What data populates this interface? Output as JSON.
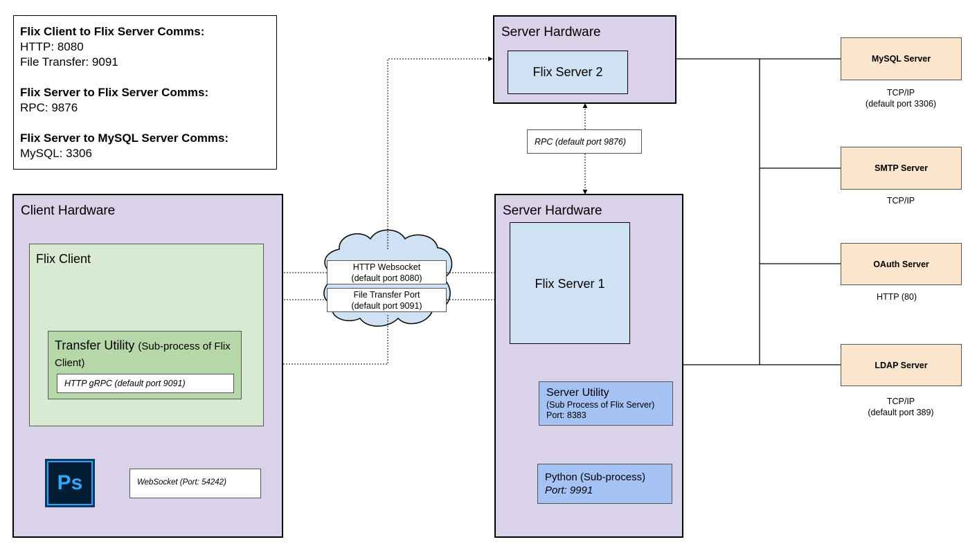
{
  "legend": {
    "client_to_server": {
      "heading": "Flix Client to Flix Server Comms:",
      "lines": [
        "HTTP: 8080",
        "File Transfer: 9091"
      ]
    },
    "server_to_server": {
      "heading": "Flix Server to Flix Server Comms:",
      "lines": [
        "RPC: 9876"
      ]
    },
    "server_to_mysql": {
      "heading": "Flix Server to MySQL Server Comms:",
      "lines": [
        "MySQL: 3306"
      ]
    }
  },
  "client_hardware": {
    "title": "Client Hardware",
    "flix_client": {
      "title": "Flix Client"
    },
    "transfer_utility": {
      "title": "Transfer Utility",
      "subtitle": "(Sub-process of Flix Client)",
      "port_label": "HTTP gRPC (default port 9091)"
    },
    "websocket_label": "WebSocket (Port: 54242)",
    "photoshop_icon": {
      "name": "photoshop-icon",
      "text": "Ps",
      "color": "#31a8ff",
      "bg": "#001d34"
    }
  },
  "network": {
    "http_websocket": {
      "line1": "HTTP Websocket",
      "line2": "(default port 8080)"
    },
    "file_transfer": {
      "line1": "File Transfer Port",
      "line2": "(default port 9091)"
    }
  },
  "server_hardware_top": {
    "title": "Server Hardware",
    "server": "Flix Server 2"
  },
  "rpc_label": "RPC (default port 9876)",
  "server_hardware_main": {
    "title": "Server Hardware",
    "server": "Flix Server 1",
    "server_utility": {
      "title": "Server Utility",
      "subtitle": "(Sub Process of Flix Server)",
      "port": "Port: 8383"
    },
    "python": {
      "title": "Python (Sub-process)",
      "port": "Port: 9991"
    }
  },
  "external_servers": [
    {
      "name": "MySQL Server",
      "protocol_line1": "TCP/IP",
      "protocol_line2": "(default port 3306)"
    },
    {
      "name": "SMTP Server",
      "protocol_line1": "TCP/IP",
      "protocol_line2": ""
    },
    {
      "name": "OAuth Server",
      "protocol_line1": "HTTP (80)",
      "protocol_line2": ""
    },
    {
      "name": "LDAP Server",
      "protocol_line1": "TCP/IP",
      "protocol_line2": "(default port 389)"
    }
  ],
  "colors": {
    "hardware": "#d9d2e9",
    "client_panel": "#d9ead3",
    "transfer_utility": "#b6d7a8",
    "flix_server": "#cfe2f3",
    "subprocess": "#a4c2f4",
    "external_server": "#fce5cd",
    "cloud": "#cfe2f3"
  }
}
